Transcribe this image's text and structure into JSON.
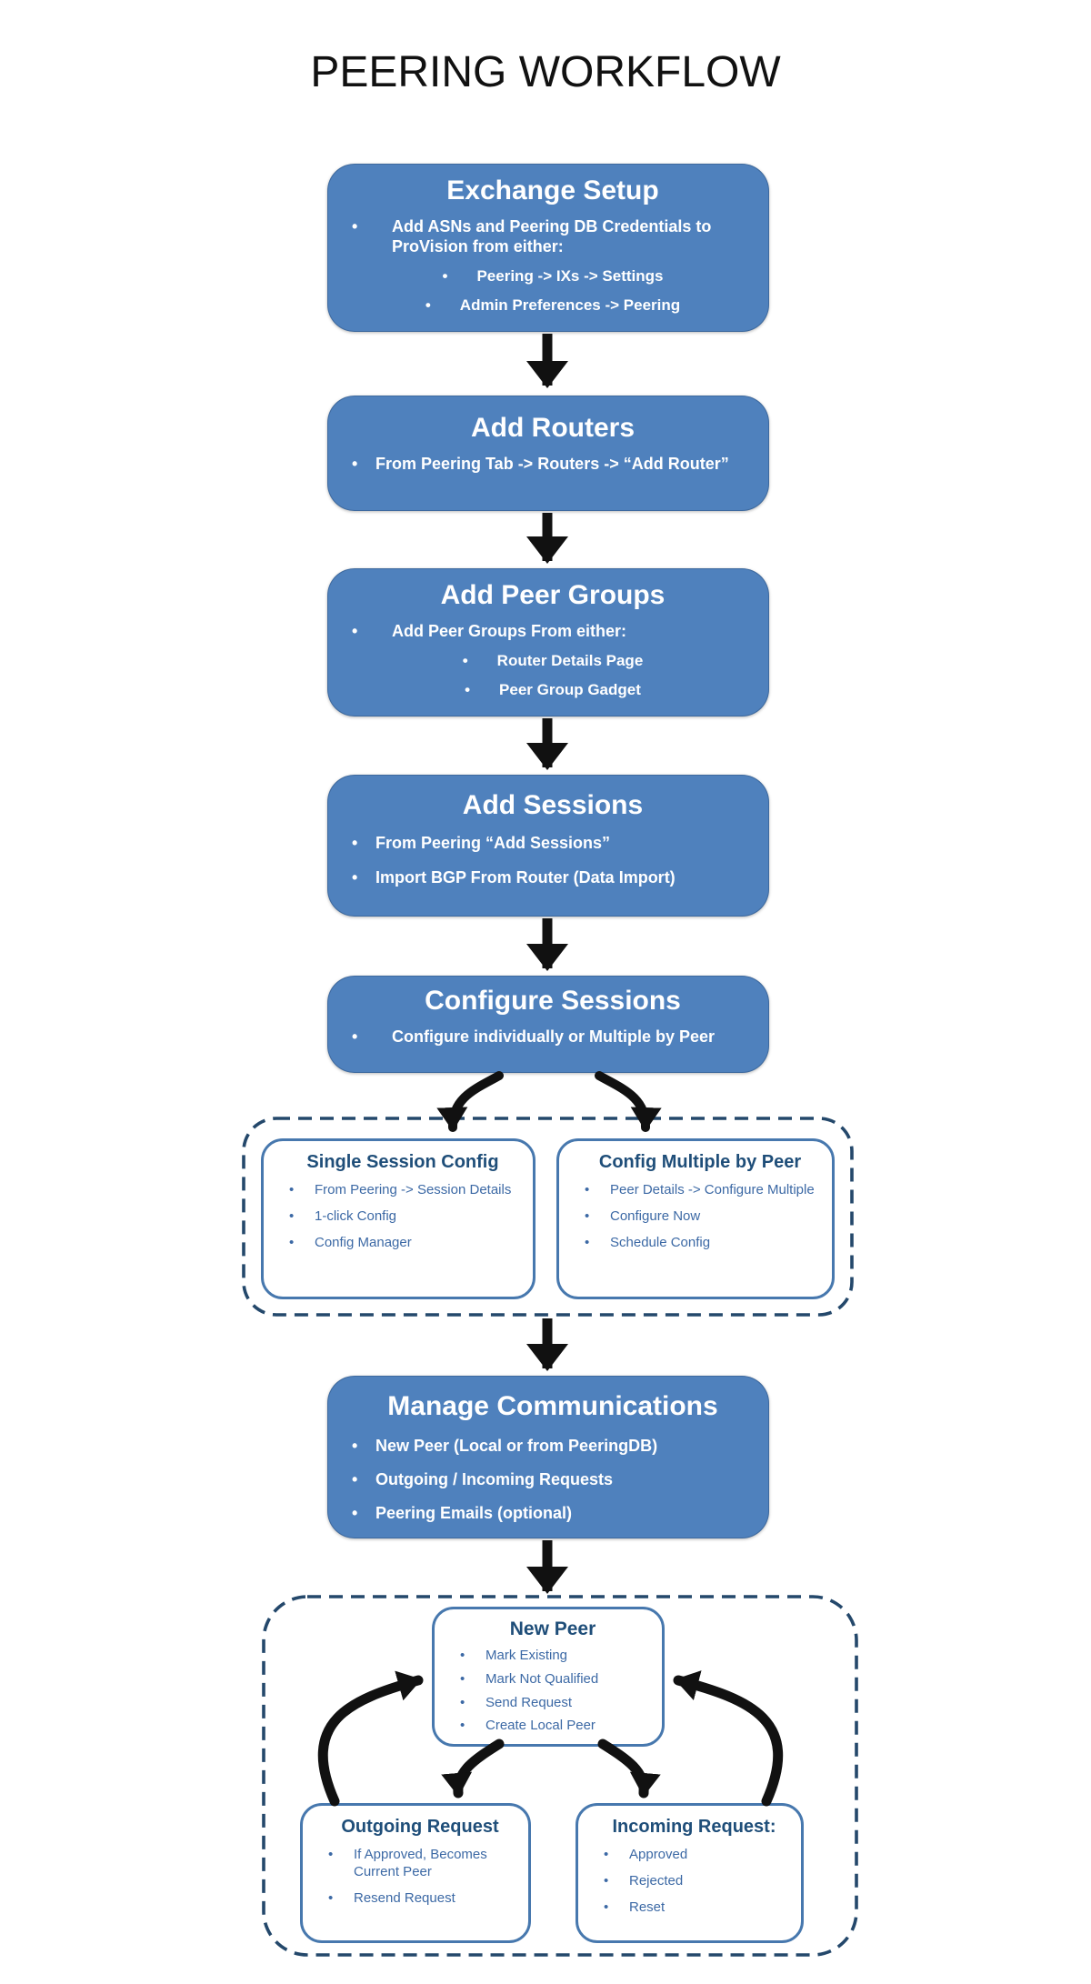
{
  "bullet_char": "•",
  "title": "PEERING WORKFLOW",
  "colors": {
    "box_fill": "#4F81BD",
    "box_text": "#FFFFFF",
    "white_box_border": "#4778AE",
    "white_box_heading": "#1F4E79",
    "white_box_bullet": "#3C69A5",
    "dashed_border": "#24486B",
    "arrow": "#111111",
    "title_text": "#111111"
  },
  "flow": {
    "exchange_setup": {
      "heading": "Exchange Setup",
      "bullet1": "Add ASNs and Peering DB Credentials to ProVision from either:",
      "sub1": "Peering -> IXs -> Settings",
      "sub2": "Admin Preferences -> Peering"
    },
    "add_routers": {
      "heading": "Add Routers",
      "bullet1": "From Peering Tab -> Routers -> “Add Router”"
    },
    "add_peer_groups": {
      "heading": "Add Peer Groups",
      "bullet1": "Add Peer Groups From either:",
      "sub1": "Router Details Page",
      "sub2": "Peer Group Gadget"
    },
    "add_sessions": {
      "heading": "Add Sessions",
      "bullet1": "From Peering “Add Sessions”",
      "bullet2": "Import BGP From Router (Data Import)"
    },
    "configure_sessions": {
      "heading": "Configure Sessions",
      "bullet1": "Configure individually or Multiple by Peer"
    },
    "single_session_config": {
      "heading": "Single Session Config",
      "bullet1": "From Peering -> Session Details",
      "bullet2": "1-click Config",
      "bullet3": "Config Manager"
    },
    "config_multiple_by_peer": {
      "heading": "Config Multiple by Peer",
      "bullet1": "Peer Details -> Configure Multiple",
      "bullet2": "Configure Now",
      "bullet3": "Schedule Config"
    },
    "manage_communications": {
      "heading": "Manage Communications",
      "bullet1": "New Peer (Local or from PeeringDB)",
      "bullet2": "Outgoing / Incoming Requests",
      "bullet3": "Peering Emails (optional)"
    },
    "new_peer": {
      "heading": "New Peer",
      "bullet1": "Mark Existing",
      "bullet2": "Mark Not Qualified",
      "bullet3": "Send Request",
      "bullet4": "Create Local Peer"
    },
    "outgoing_request": {
      "heading": "Outgoing Request",
      "bullet1": "If Approved, Becomes Current Peer",
      "bullet2": "Resend Request"
    },
    "incoming_request": {
      "heading": "Incoming Request:",
      "bullet1": "Approved",
      "bullet2": "Rejected",
      "bullet3": "Reset"
    }
  }
}
